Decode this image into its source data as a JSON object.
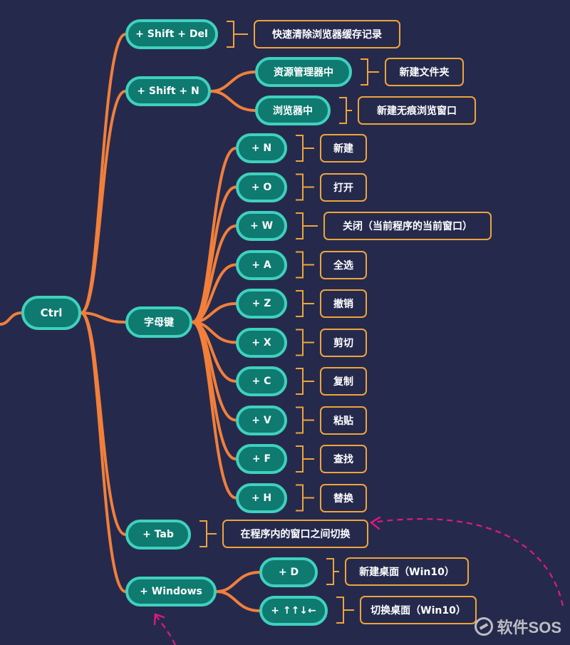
{
  "root": {
    "label": "Ctrl"
  },
  "branches": [
    {
      "id": "shift-del",
      "label": "+ Shift + Del",
      "children": [],
      "leaf": "快速清除浏览器缓存记录"
    },
    {
      "id": "shift-n",
      "label": "+ Shift + N",
      "children": [
        {
          "id": "explorer",
          "label": "资源管理器中",
          "leaf": "新建文件夹"
        },
        {
          "id": "browser",
          "label": "浏览器中",
          "leaf": "新建无痕浏览窗口"
        }
      ]
    },
    {
      "id": "letters",
      "label": "字母键",
      "children": [
        {
          "id": "n",
          "label": "+ N",
          "leaf": "新建"
        },
        {
          "id": "o",
          "label": "+ O",
          "leaf": "打开"
        },
        {
          "id": "w",
          "label": "+ W",
          "leaf": "关闭（当前程序的当前窗口）"
        },
        {
          "id": "a",
          "label": "+ A",
          "leaf": "全选"
        },
        {
          "id": "z",
          "label": "+ Z",
          "leaf": "撤销"
        },
        {
          "id": "x",
          "label": "+ X",
          "leaf": "剪切"
        },
        {
          "id": "c",
          "label": "+ C",
          "leaf": "复制"
        },
        {
          "id": "v",
          "label": "+ V",
          "leaf": "粘贴"
        },
        {
          "id": "f",
          "label": "+ F",
          "leaf": "查找"
        },
        {
          "id": "h",
          "label": "+ H",
          "leaf": "替换"
        }
      ]
    },
    {
      "id": "tab",
      "label": "+ Tab",
      "children": [],
      "leaf": "在程序内的窗口之间切换"
    },
    {
      "id": "windows",
      "label": "+ Windows",
      "children": [
        {
          "id": "d",
          "label": "+ D",
          "leaf": "新建桌面（Win10）"
        },
        {
          "id": "arrows",
          "label": "+ ↑↑↓←",
          "leaf": "切换桌面（Win10）"
        }
      ]
    }
  ],
  "colors": {
    "background": "#252a4d",
    "node_fill": "#0e7a70",
    "node_border": "#3fd1bd",
    "leaf_border": "#f0a43a",
    "wire": "#f27f3a",
    "bracket": "#f0a43a",
    "dashed_arrow": "#e0197d"
  },
  "watermark": {
    "text": "软件SOS",
    "icon": "swirl-logo-icon"
  }
}
